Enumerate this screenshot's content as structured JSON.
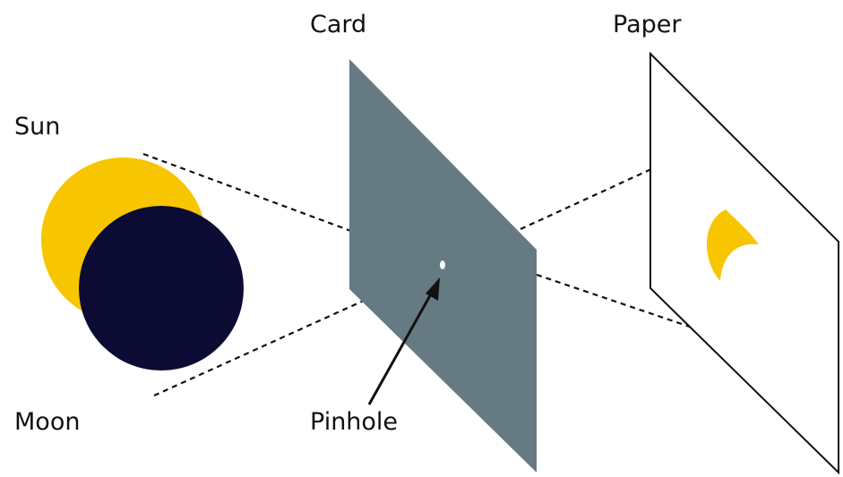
{
  "labels": {
    "card": "Card",
    "paper": "Paper",
    "sun": "Sun",
    "moon": "Moon",
    "pinhole": "Pinhole"
  },
  "colors": {
    "sun": "#f7c600",
    "moon": "#0c0b33",
    "card": "#667a84",
    "paper_fill": "#ffffff",
    "paper_stroke": "#111111",
    "projected_crescent": "#f7c600",
    "rays": "#111111",
    "pinhole": "#ffffff"
  }
}
